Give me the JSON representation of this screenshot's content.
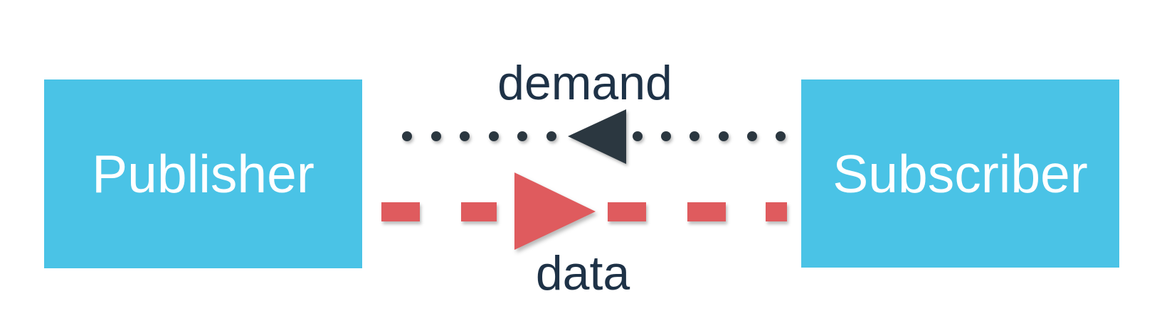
{
  "diagram": {
    "title": "publisher-subscriber data/demand flow",
    "nodes": [
      {
        "id": "publisher",
        "label": "Publisher"
      },
      {
        "id": "subscriber",
        "label": "Subscriber"
      }
    ],
    "edges": [
      {
        "id": "demand",
        "label": "demand",
        "from": "subscriber",
        "to": "publisher",
        "direction": "left",
        "line_style": "dotted",
        "color": "#2B3740"
      },
      {
        "id": "data",
        "label": "data",
        "from": "publisher",
        "to": "subscriber",
        "direction": "right",
        "line_style": "dashed",
        "color": "#DF5B5E"
      }
    ],
    "colors": {
      "background": "#FFFFFF",
      "node_fill": "#4AC3E6",
      "node_text": "#FFFFFF",
      "edge_label_text": "#1E3247",
      "demand_line": "#2B3740",
      "data_line": "#DF5B5E"
    }
  }
}
